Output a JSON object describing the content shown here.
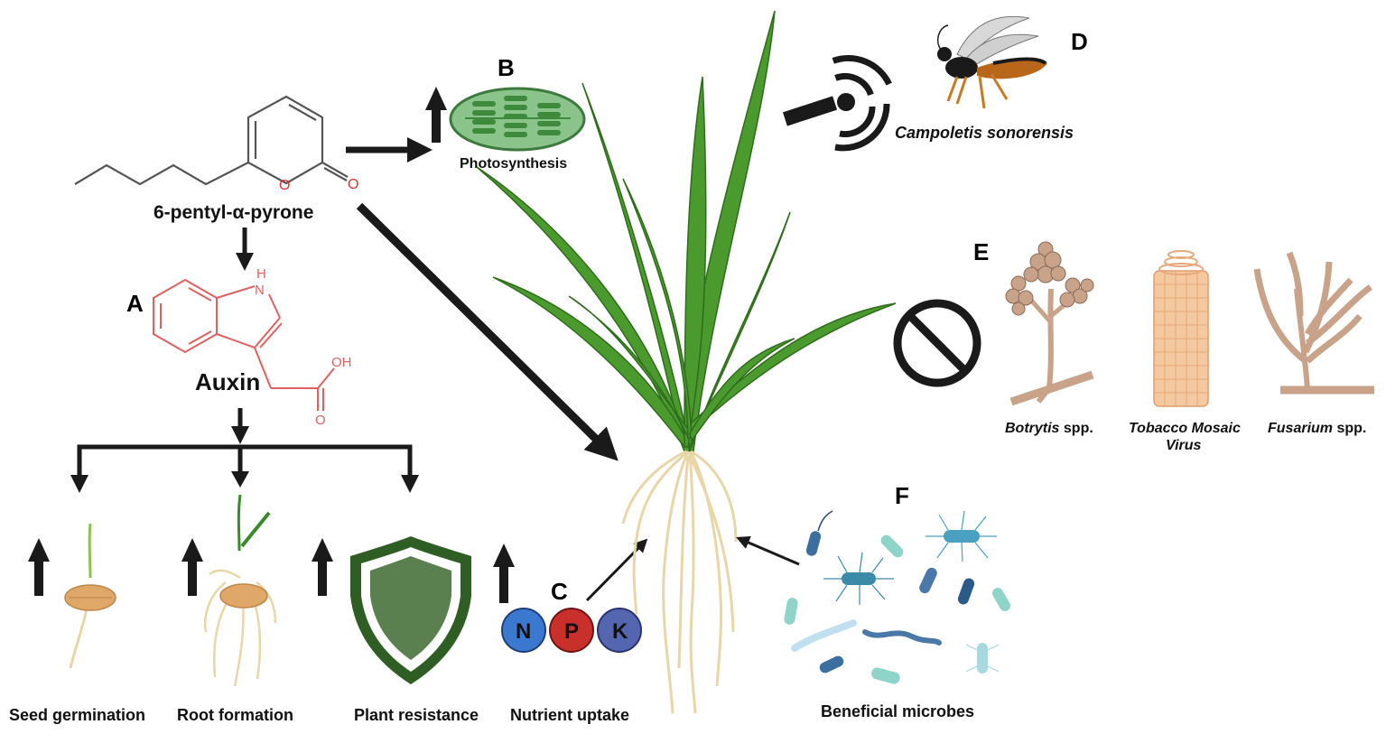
{
  "panels": {
    "a": "A",
    "b": "B",
    "c": "C",
    "d": "D",
    "e": "E",
    "f": "F"
  },
  "molecule": {
    "name": "6-pentyl-α-pyrone",
    "ring_oxygen": "O",
    "carbonyl_oxygen": "O"
  },
  "auxin": {
    "name": "Auxin",
    "nh_h": "H",
    "nh_n": "N",
    "oh": "OH",
    "o": "O"
  },
  "photosynthesis": {
    "label": "Photosynthesis"
  },
  "insect": {
    "species": "Campoletis sonorensis"
  },
  "pathogens": {
    "botrytis_genus": "Botrytis",
    "botrytis_suffix": " spp.",
    "tmv_line1": "Tobacco Mosaic",
    "tmv_line2": "Virus",
    "fusarium_genus": "Fusarium",
    "fusarium_suffix": " spp."
  },
  "nutrients": {
    "n": "N",
    "p": "P",
    "k": "K"
  },
  "effects": {
    "seed_germination": "Seed germination",
    "root_formation": "Root formation",
    "plant_resistance": "Plant resistance",
    "nutrient_uptake": "Nutrient uptake"
  },
  "microbes": {
    "label": "Beneficial microbes"
  },
  "colors": {
    "arrow": "#1a1a1a",
    "leaf": "#4a9a2e",
    "leaf_dark": "#2f6d1c",
    "root": "#e8d6a8",
    "chloroplast": "#8ac48a",
    "shield": "#2f5e25",
    "auxin_red": "#e06060",
    "nutrient_n": "#3b78d0",
    "nutrient_p": "#c9302c",
    "nutrient_k": "#5566b0"
  }
}
